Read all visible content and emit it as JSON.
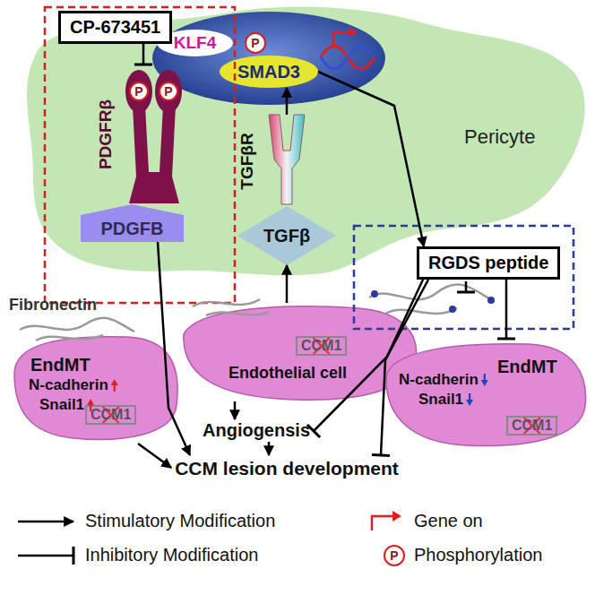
{
  "diagram": {
    "nodes": [
      {
        "text": [
          "Pericyte"
        ]
      },
      {
        "text": [
          "CP-673451"
        ]
      },
      {
        "text": [
          "PDGFRβ"
        ],
        "in": 0
      },
      {
        "text": [
          "PDGFB"
        ]
      },
      {
        "text": [
          "TGFβR"
        ],
        "in": 0
      },
      {
        "text": [
          "TGFβ"
        ]
      },
      {
        "text": [
          "KLF4"
        ],
        "in": 0
      },
      {
        "text": [
          "SMAD3"
        ],
        "in": 0
      },
      {
        "text": [
          "RGDS peptide"
        ]
      },
      {
        "text": [
          "EndMT",
          "N-cadherin",
          "Snail1"
        ]
      },
      {
        "text": [
          "CCM1"
        ],
        "in": 9
      },
      {
        "text": [
          "Endothelial cell"
        ]
      },
      {
        "text": [
          "CCM1"
        ],
        "in": 11
      },
      {
        "text": [
          "EndMT",
          "N-cadherin",
          "Snail1"
        ]
      },
      {
        "text": [
          "CCM1"
        ],
        "in": 13
      },
      {
        "text": [
          "Angiogensis"
        ]
      },
      {
        "text": [
          "CCM lesion development"
        ]
      }
    ],
    "edges": [
      {
        "from": 1,
        "to": 2,
        "arrow": "to"
      },
      {
        "from": 3,
        "to": 16,
        "arrow": "to"
      },
      {
        "from": 11,
        "to": 5,
        "arrow": "to"
      },
      {
        "from": 4,
        "to": 7,
        "arrow": "to"
      },
      {
        "from": 7,
        "to": 8,
        "arrow": "to"
      },
      {
        "from": 8,
        "to": 13,
        "arrow": "to"
      },
      {
        "from": 8,
        "to": 15,
        "arrow": "to"
      },
      {
        "from": 8,
        "to": 16,
        "arrow": "to"
      },
      {
        "from": 11,
        "to": 15,
        "arrow": "to"
      },
      {
        "from": 9,
        "to": 16,
        "arrow": "to"
      },
      {
        "from": 15,
        "to": 16,
        "arrow": "to"
      }
    ],
    "labels": [
      "Fibronectin",
      "P",
      "P",
      "P",
      "P"
    ],
    "legend": [
      {
        "text": "Stimulatory Modification"
      },
      {
        "text": "Inhibitory Modification"
      },
      {
        "text": "Gene on"
      },
      {
        "text": "Phosphorylation"
      }
    ]
  }
}
